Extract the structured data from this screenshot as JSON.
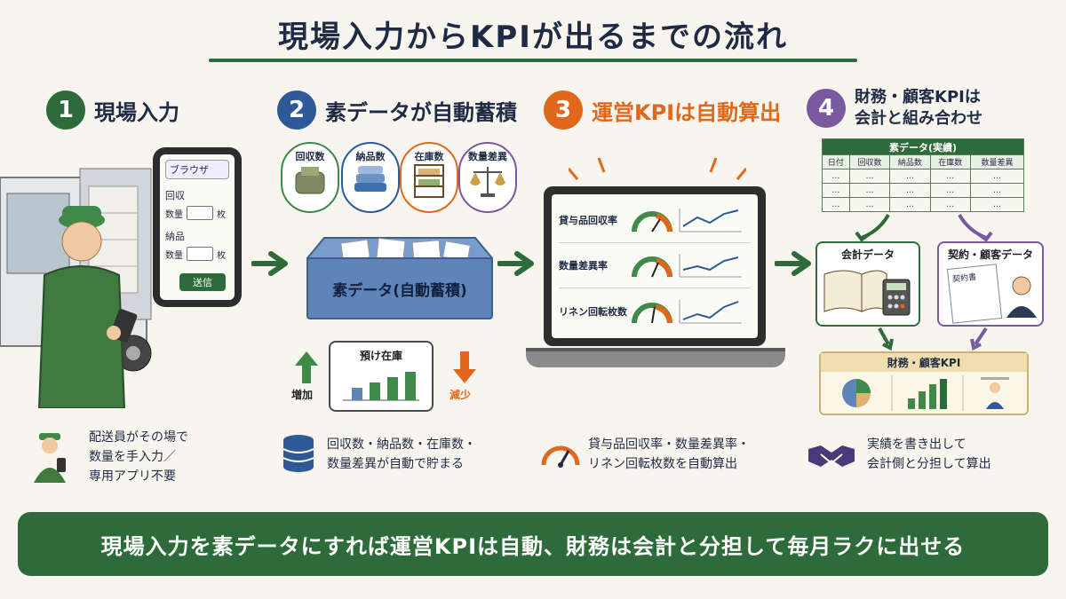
{
  "title": "現場入力からKPIが出るまでの流れ",
  "colors": {
    "step1": "#2e6b3a",
    "step2": "#2d5a96",
    "step3": "#e0681c",
    "step4": "#7a5a9e",
    "banner": "#2e6b3a"
  },
  "steps": [
    {
      "num": "1",
      "title": "現場入力"
    },
    {
      "num": "2",
      "title": "素データが自動蓄積"
    },
    {
      "num": "3",
      "title": "運営KPIは自動算出"
    },
    {
      "num": "4",
      "title_line1": "財務・顧客KPIは",
      "title_line2": "会計と組み合わせ"
    }
  ],
  "phone": {
    "browser": "ブラウザ",
    "section1": "回収",
    "section2": "納品",
    "qty_label": "数量",
    "unit": "枚",
    "send": "送信"
  },
  "data_circles": [
    {
      "label": "回収数",
      "color": "#3f8a48"
    },
    {
      "label": "納品数",
      "color": "#2d5a96"
    },
    {
      "label": "在庫数",
      "color": "#e0681c"
    },
    {
      "label": "数量差異",
      "color": "#7a5a9e"
    }
  ],
  "raw_box_label": "素データ(自動蓄積)",
  "inventory": {
    "title": "預け在庫",
    "increase": "増加",
    "decrease": "減少"
  },
  "kpis": [
    {
      "name": "貸与品回収率"
    },
    {
      "name": "数量差異率"
    },
    {
      "name": "リネン回転枚数"
    }
  ],
  "raw_table": {
    "caption": "素データ(実績)",
    "headers": [
      "日付",
      "回収数",
      "納品数",
      "在庫数",
      "数量差異"
    ],
    "cell": "…"
  },
  "accounting": {
    "title": "会計データ"
  },
  "contract": {
    "title": "契約・顧客データ",
    "doc_label": "契約書"
  },
  "fin_kpi": {
    "title": "財務・顧客KPI"
  },
  "captions": [
    {
      "line1": "配送員がその場で",
      "line2": "数量を手入力／",
      "line3": "専用アプリ不要"
    },
    {
      "line1": "回収数・納品数・在庫数・",
      "line2": "数量差異が自動で貯まる"
    },
    {
      "line1": "貸与品回収率・数量差異率・",
      "line2": "リネン回転枚数を自動算出"
    },
    {
      "line1": "実績を書き出して",
      "line2": "会計側と分担して算出"
    }
  ],
  "banner": "現場入力を素データにすれば運営KPIは自動、財務は会計と分担して毎月ラクに出せる"
}
